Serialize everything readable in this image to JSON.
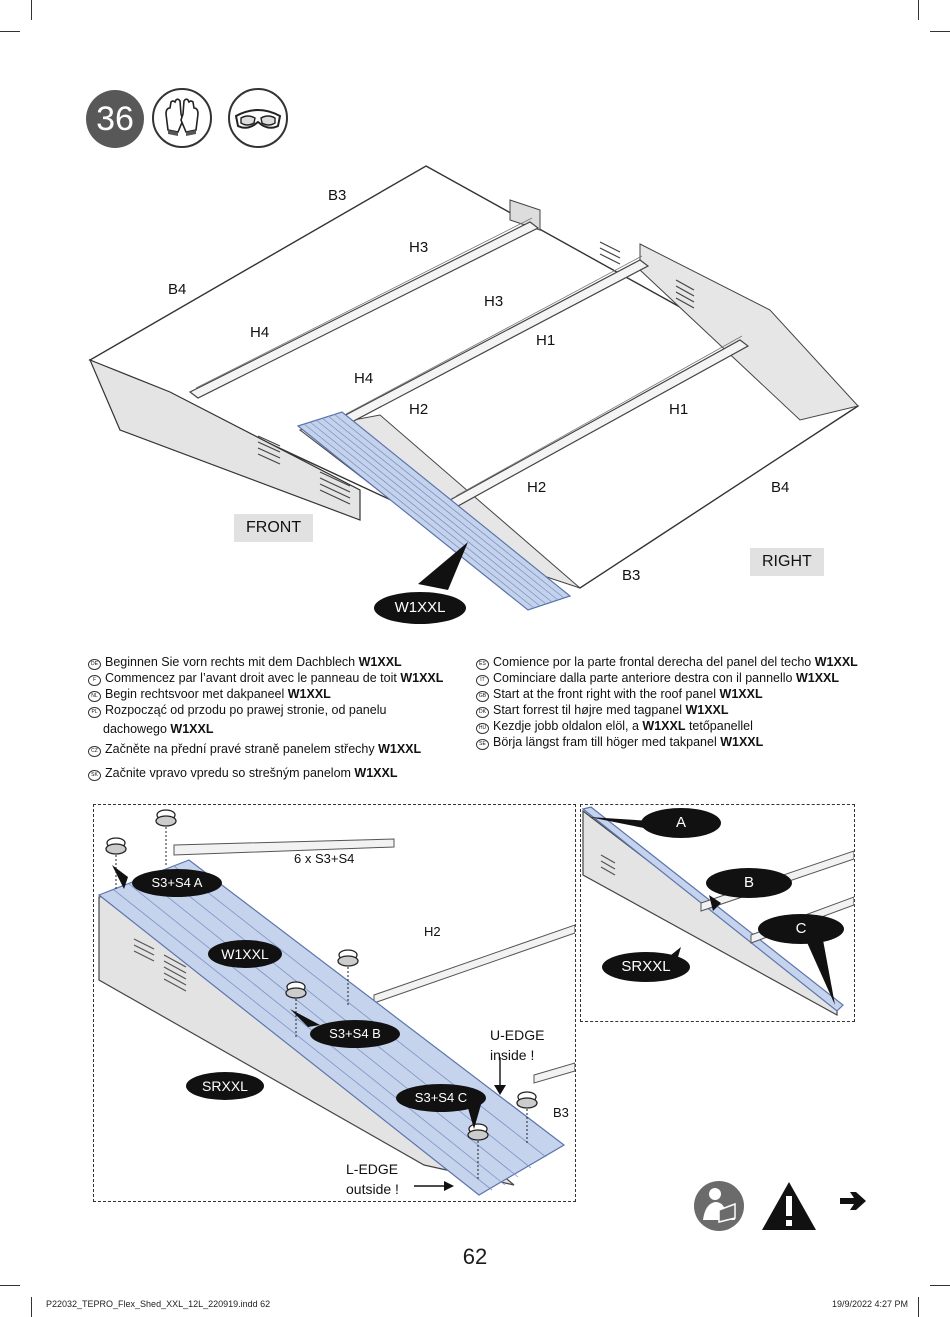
{
  "step": {
    "number": "36"
  },
  "tools": [
    {
      "icon": "gloves-icon"
    },
    {
      "icon": "goggles-icon"
    }
  ],
  "main_diagram": {
    "part_labels": {
      "b3_top": "B3",
      "h3_a": "H3",
      "b4_left": "B4",
      "h3_b": "H3",
      "h4_a": "H4",
      "h1_a": "H1",
      "h4_b": "H4",
      "h2_a": "H2",
      "h1_b": "H1",
      "h2_b": "H2",
      "b4_right": "B4",
      "b3_bottom": "B3"
    },
    "front_label": "FRONT",
    "right_label": "RIGHT",
    "roof_panel_callout": "W1XXL"
  },
  "instructions": {
    "left": [
      {
        "flag": "DE",
        "text": "Beginnen Sie vorn rechts mit dem Dachblech ",
        "bold": "W1XXL"
      },
      {
        "flag": "F",
        "text": "Commencez par l’avant droit avec le panneau de toit ",
        "bold": "W1XXL"
      },
      {
        "flag": "NL",
        "text": "Begin rechtsvoor met dakpaneel ",
        "bold": "W1XXL"
      },
      {
        "flag": "PL",
        "text": "Rozpocząć od przodu po prawej stronie, od panelu",
        "bold": ""
      },
      {
        "flag": "",
        "text": "dachowego ",
        "bold": "W1XXL"
      },
      {
        "flag": "CZ",
        "text": "Začněte na přední pravé straně panelem střechy ",
        "bold": "W1XXL"
      },
      {
        "flag": "SK",
        "text": "Začnite vpravo vpredu so strešným panelom ",
        "bold": "W1XXL"
      }
    ],
    "right": [
      {
        "flag": "ES",
        "text": "Comience por la parte frontal derecha del panel del techo ",
        "bold": "W1XXL"
      },
      {
        "flag": "IT",
        "text": "Cominciare dalla parte anteriore destra con il pannello ",
        "bold": "W1XXL"
      },
      {
        "flag": "GB",
        "text": "Start at the front right with the roof panel ",
        "bold": "W1XXL"
      },
      {
        "flag": "DK",
        "text": "Start forrest til højre med tagpanel ",
        "bold": "W1XXL"
      },
      {
        "flag": "HU",
        "text": "Kezdje jobb oldalon elöl, a ",
        "bold": "W1XXL",
        "suffix": " tetőpanellel"
      },
      {
        "flag": "SE",
        "text": "Börja längst fram till höger med takpanel ",
        "bold": "W1XXL"
      }
    ]
  },
  "detail_left": {
    "quantity_label": "6 x S3+S4",
    "callout_a": "S3+S4 A",
    "callout_panel": "W1XXL",
    "callout_b": "S3+S4 B",
    "callout_c": "S3+S4 C",
    "callout_side": "SRXXL",
    "rail_label": "H2",
    "rail_label_b3": "B3",
    "u_edge_line1": "U-EDGE",
    "u_edge_line2": "inside !",
    "l_edge_line1": "L-EDGE",
    "l_edge_line2": "outside !"
  },
  "detail_right": {
    "callout_a": "A",
    "callout_b": "B",
    "callout_c": "C",
    "callout_side": "SRXXL"
  },
  "page_number": "62",
  "footer": {
    "file": "P22032_TEPRO_Flex_Shed_XXL_12L_220919.indd   62",
    "date": "19/9/2022   4:27 PM"
  }
}
